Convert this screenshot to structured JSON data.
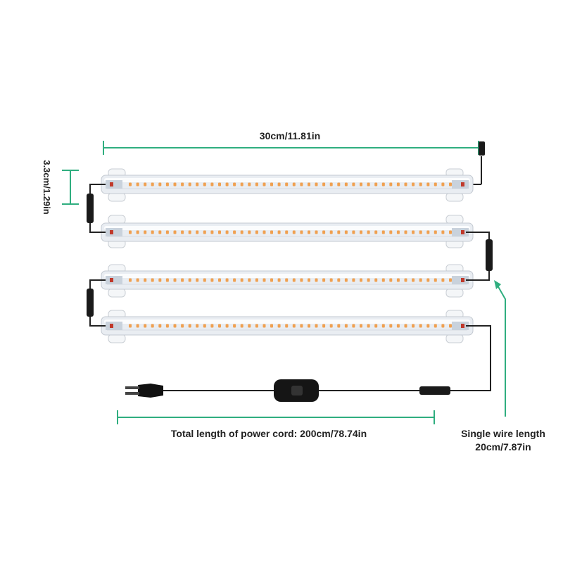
{
  "labels": {
    "width": "30cm/11.81in",
    "height": "3.3cm/1.29in",
    "cord_length": "Total length of power cord: 200cm/78.74in",
    "wire_length_line1": "Single wire length",
    "wire_length_line2": "20cm/7.87in"
  },
  "product": {
    "light_bar_count": 4,
    "leds_per_bar": 44
  },
  "colors": {
    "dimension_line": "#2fae7f",
    "led": "#f0a050",
    "cable": "#222222",
    "bar_body": "#e9edf2"
  }
}
